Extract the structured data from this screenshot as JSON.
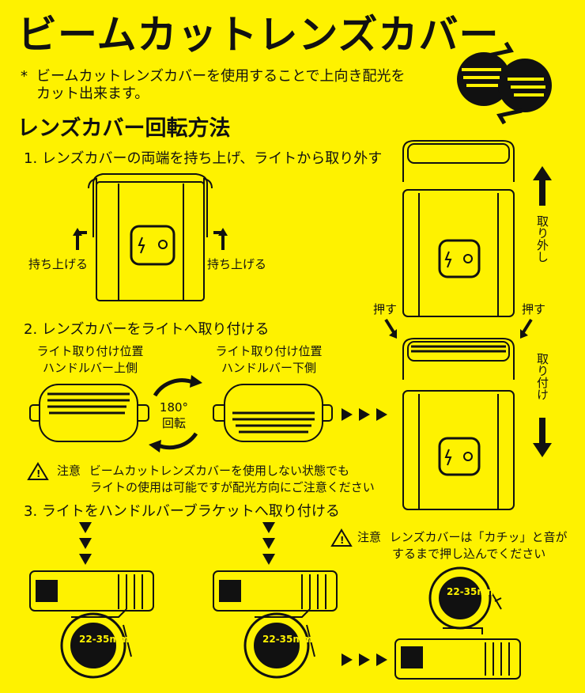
{
  "title": "ビームカットレンズカバー",
  "note_mark": "*",
  "note_line1": "ビームカットレンズカバーを使用することで上向き配光を",
  "note_line2": "カット出来ます。",
  "section_heading": "レンズカバー回転方法",
  "step1": "1. レンズカバーの両端を持ち上げ、ライトから取り外す",
  "lift_left": "持ち上げる",
  "lift_right": "持ち上げる",
  "step2": "2. レンズカバーをライトへ取り付ける",
  "pos_upper_line1": "ライト取り付け位置",
  "pos_upper_line2": "ハンドルバー上側",
  "pos_lower_line1": "ライト取り付け位置",
  "pos_lower_line2": "ハンドルバー下側",
  "rotate_angle": "180°",
  "rotate_label": "回転",
  "caution_label": "注意",
  "caution1_line1": "ビームカットレンズカバーを使用しない状態でも",
  "caution1_line2": "ライトの使用は可能ですが配光方向にご注意ください",
  "step3": "3. ライトをハンドルバーブラケットへ取り付ける",
  "caution2_line1": "レンズカバーは「カチッ」と音が",
  "caution2_line2": "するまで押し込んでください",
  "remove_label": "取り外し",
  "attach_label": "取り付け",
  "push_left": "押す",
  "push_right": "押す",
  "mount_size": "22-35mm",
  "colors": {
    "background": "#fef200",
    "ink": "#111111",
    "light_body": "#fef200"
  }
}
